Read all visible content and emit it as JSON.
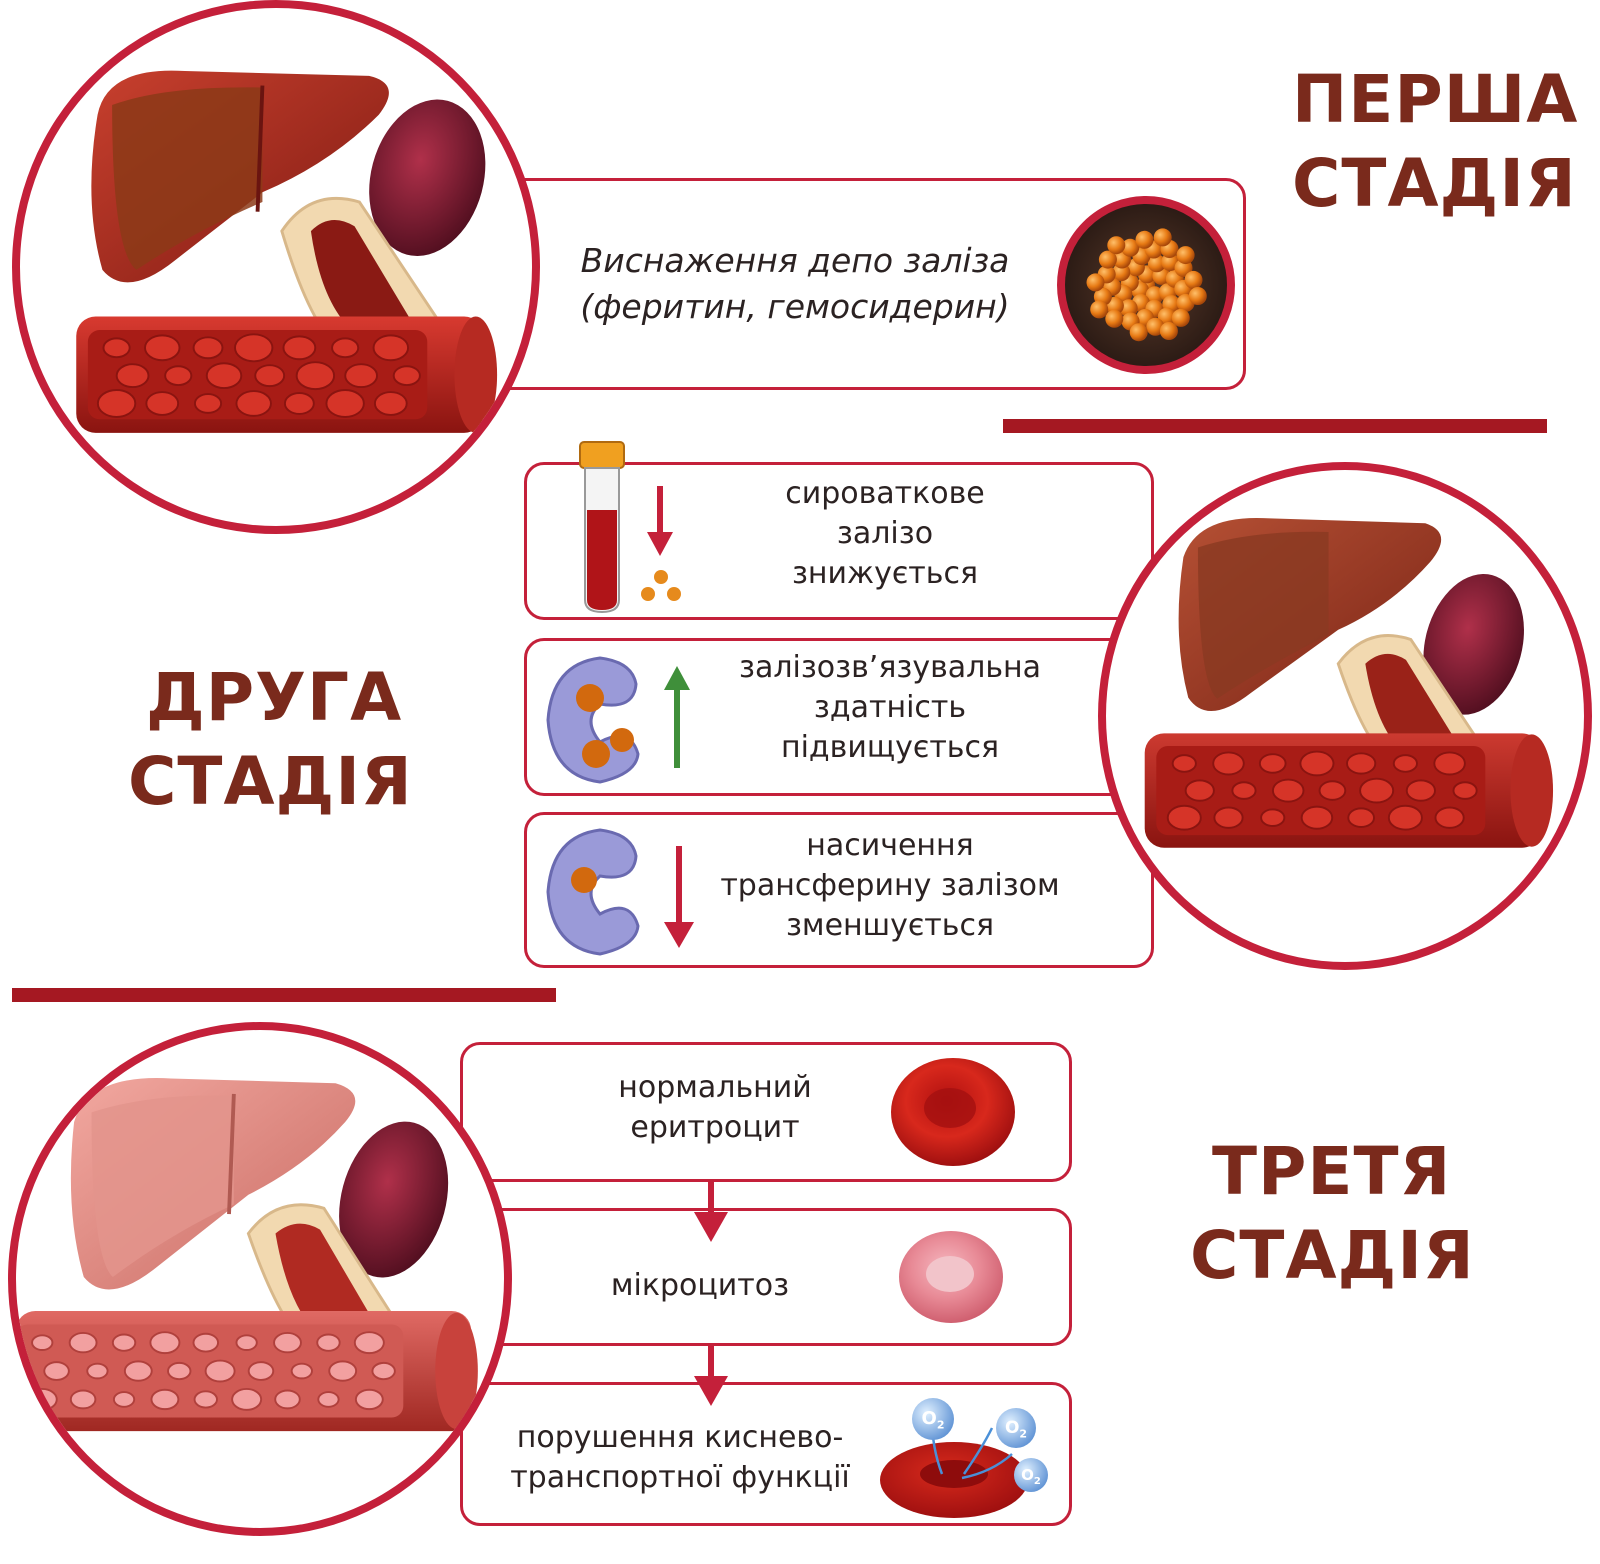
{
  "stages": [
    {
      "line1": "ПЕРША",
      "line2": "СТАДІЯ"
    },
    {
      "line1": "ДРУГА",
      "line2": "СТАДІЯ"
    },
    {
      "line1": "ТРЕТЯ",
      "line2": "СТАДІЯ"
    }
  ],
  "stage1": {
    "box": {
      "line1": "Виснаження депо заліза",
      "line2": "(феритин, гемосидерин)"
    }
  },
  "stage2": {
    "boxes": [
      {
        "lines": [
          "сироваткове",
          "залізо",
          "знижується"
        ]
      },
      {
        "lines": [
          "залізозв’язувальна",
          "здатність",
          "підвищується"
        ]
      },
      {
        "lines": [
          "насичення",
          "трансферину залізом",
          "зменшується"
        ]
      }
    ]
  },
  "stage3": {
    "boxes": [
      {
        "lines": [
          "нормальний",
          "еритроцит"
        ]
      },
      {
        "lines": [
          "мікроцитоз"
        ]
      },
      {
        "lines": [
          "порушення киснево-",
          "транспортної функції"
        ]
      }
    ],
    "oxygen_label": "O",
    "oxygen_sub": "2"
  },
  "colors": {
    "accent": "#c4203a",
    "divider": "#a51822",
    "title": "#7a2a1c",
    "arrow_down": "#c4203a",
    "arrow_up": "#3f8f3a"
  }
}
